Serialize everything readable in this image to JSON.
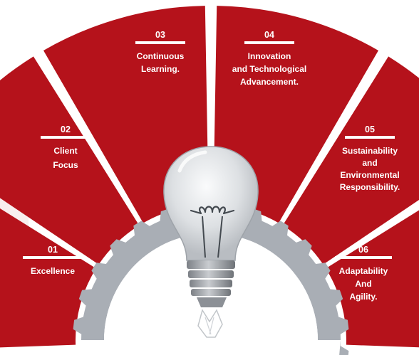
{
  "segments": [
    {
      "number": "01",
      "lines": [
        "Excellence"
      ]
    },
    {
      "number": "02",
      "lines": [
        "Client",
        "Focus"
      ]
    },
    {
      "number": "03",
      "lines": [
        "Continuous",
        "Learning."
      ]
    },
    {
      "number": "04",
      "lines": [
        "Innovation",
        "and Technological",
        "Advancement."
      ]
    },
    {
      "number": "05",
      "lines": [
        "Sustainability",
        "and",
        "Environmental",
        "Responsibility."
      ]
    },
    {
      "number": "06",
      "lines": [
        "Adaptability",
        "And",
        "Agility."
      ]
    }
  ],
  "colors": {
    "segment": "#b5121b",
    "gear": "#a9aeb5",
    "gear_inner": "#ffffff",
    "background_band": "#f7e9e9",
    "bulb_glass": "#dfe2e5",
    "bulb_base": "#8f9398"
  },
  "icons": [
    "gear-icon",
    "lightbulb-icon"
  ]
}
